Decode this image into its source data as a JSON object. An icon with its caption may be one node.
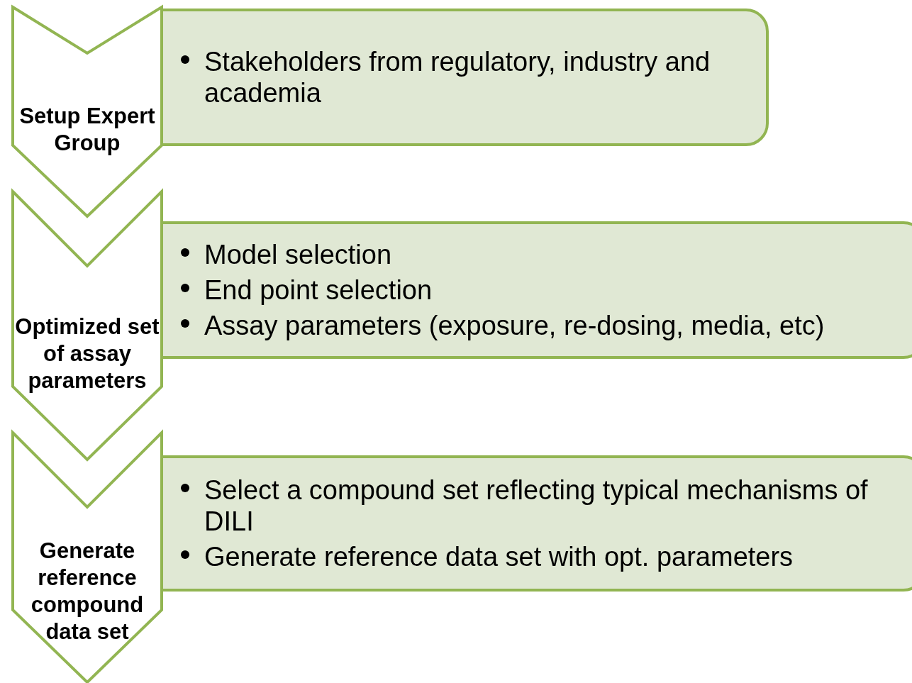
{
  "diagram": {
    "nodes": [
      {
        "text": [
          "Setup Expert Group"
        ]
      },
      {
        "text": [
          "Stakeholders from regulatory, industry and academia"
        ]
      },
      {
        "text": [
          "Optimized set of assay parameters"
        ]
      },
      {
        "text": [
          "Model selection",
          "End point selection",
          "Assay parameters (exposure, re-dosing, media, etc)"
        ]
      },
      {
        "text": [
          "Generate reference compound data set"
        ]
      },
      {
        "text": [
          "Select a compound set reflecting typical mechanisms of DILI",
          "Generate reference data set with opt. parameters"
        ]
      }
    ]
  }
}
